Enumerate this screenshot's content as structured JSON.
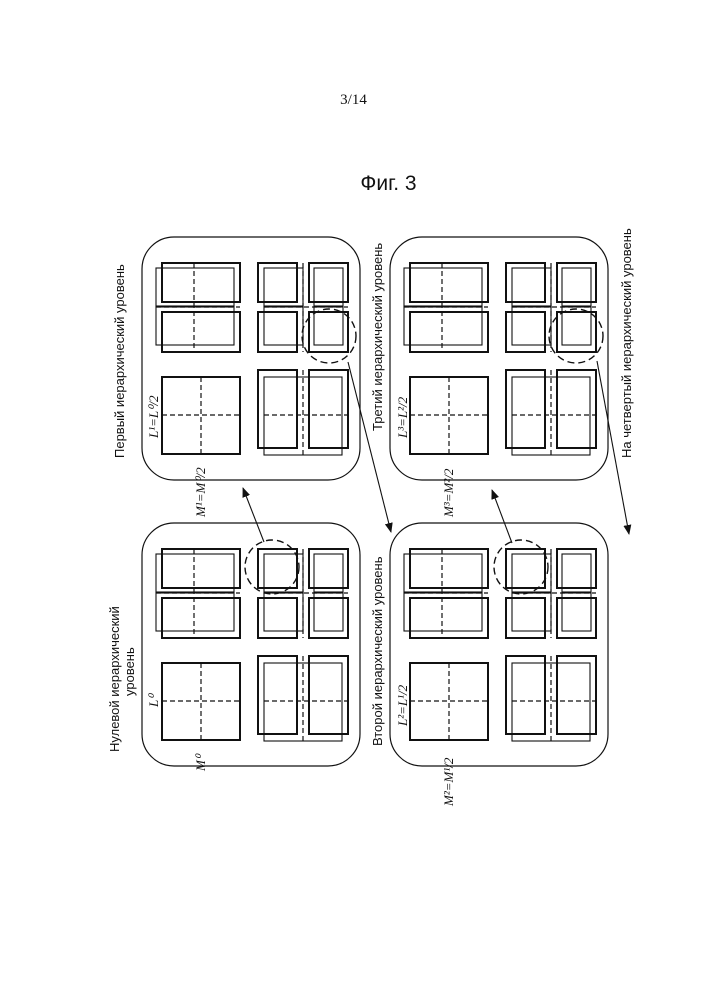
{
  "page": {
    "number": "3/14"
  },
  "figure": {
    "title": "Фиг. 3"
  },
  "levels": [
    {
      "id": "level0",
      "label_line1": "Нулевой иерархический",
      "label_line2": "уровень",
      "l_label": "L⁰",
      "m_label": "M⁰"
    },
    {
      "id": "level1",
      "label": "Первый иерархический уровень",
      "l_label": "L¹=L⁰/2",
      "m_label": "M¹=M⁰/2"
    },
    {
      "id": "level2",
      "label": "Второй иерархический уровень",
      "l_label": "L²=L¹/2",
      "m_label": "M²=M¹/2"
    },
    {
      "id": "level3",
      "label": "Третий иерархический уровень",
      "l_label": "L³=L²/2",
      "m_label": "M³=M²/2"
    }
  ],
  "next_level": {
    "label": "На четвертый иерархический уровень"
  },
  "colors": {
    "ink": "#111111",
    "background": "#ffffff"
  }
}
